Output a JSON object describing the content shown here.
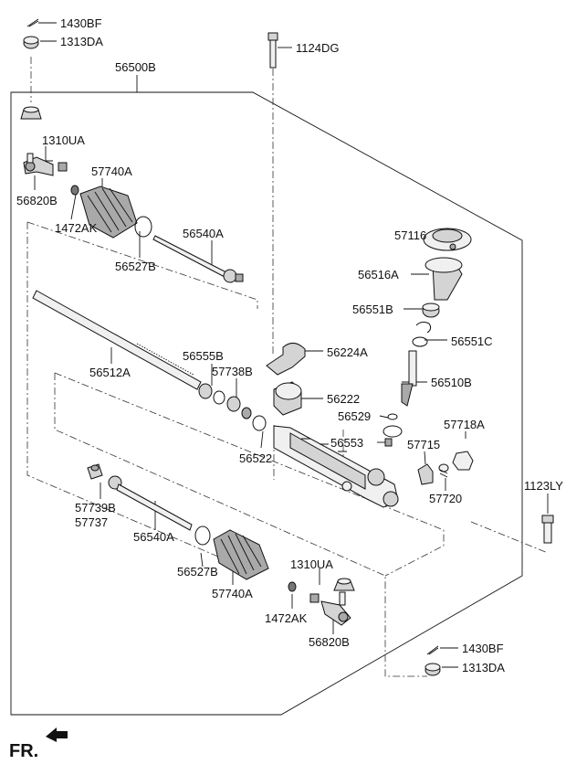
{
  "labels": {
    "p1430BF_top": "1430BF",
    "p1313DA_top": "1313DA",
    "p1124DG": "1124DG",
    "p56500B": "56500B",
    "p1310UA_top": "1310UA",
    "p57740A_top": "57740A",
    "p56820B_top": "56820B",
    "p1472AK_top": "1472AK",
    "p56540A_top": "56540A",
    "p56527B_top": "56527B",
    "p57116": "57116",
    "p56516A": "56516A",
    "p56551B": "56551B",
    "p56551C": "56551C",
    "p56224A": "56224A",
    "p56512A": "56512A",
    "p56555B": "56555B",
    "p57738B": "57738B",
    "p56510B": "56510B",
    "p56222": "56222",
    "p56529": "56529",
    "p57718A": "57718A",
    "p56522": "56522",
    "p56553": "56553",
    "p57715": "57715",
    "p57720": "57720",
    "p1123LY": "1123LY",
    "p57739B": "57739B",
    "p57737": "57737",
    "p56540A_bot": "56540A",
    "p56527B_bot": "56527B",
    "p57740A_bot": "57740A",
    "p1310UA_bot": "1310UA",
    "p1472AK_bot": "1472AK",
    "p56820B_bot": "56820B",
    "p1430BF_bot": "1430BF",
    "p1313DA_bot": "1313DA"
  },
  "direction_marker": "FR."
}
